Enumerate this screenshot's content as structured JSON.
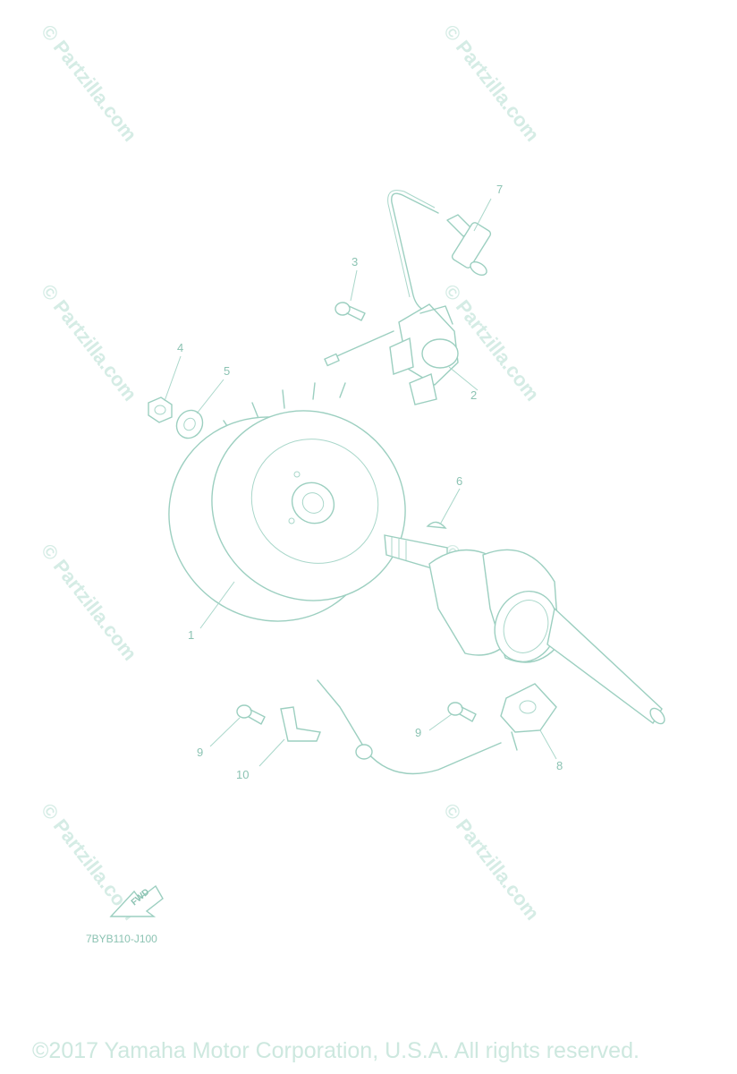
{
  "watermark_text": "© Partzilla.com",
  "callouts": [
    "1",
    "2",
    "3",
    "4",
    "5",
    "6",
    "7",
    "8",
    "9",
    "9",
    "10"
  ],
  "fwd_label": "FWD",
  "diagram_code": "7BYB110-J100",
  "copyright": "©2017 Yamaha Motor Corporation, U.S.A. All rights reserved."
}
